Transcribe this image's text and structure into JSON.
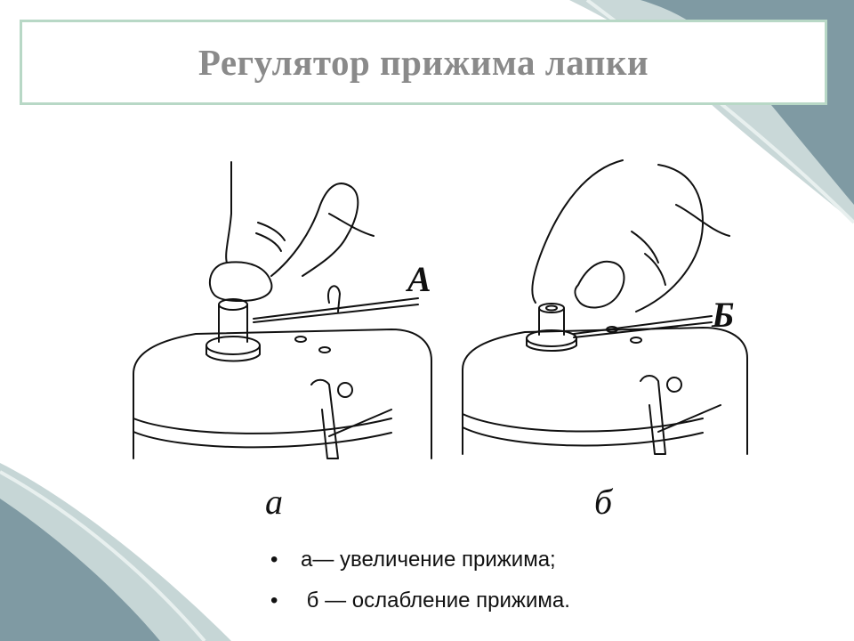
{
  "slide": {
    "title": "Регулятор прижима лапки"
  },
  "figure": {
    "panel_a_label": "а",
    "panel_b_label": "б",
    "callout_a": "А",
    "callout_b": "Б"
  },
  "bullets": [
    {
      "text": "а— увеличение прижима;"
    },
    {
      "text": " б — ослабление прижима."
    }
  ],
  "colors": {
    "title_border": "#b8d8c6",
    "title_text": "#8a8a8a",
    "corner_dark": "#7f9aa3",
    "corner_light": "#c6d6d6"
  }
}
